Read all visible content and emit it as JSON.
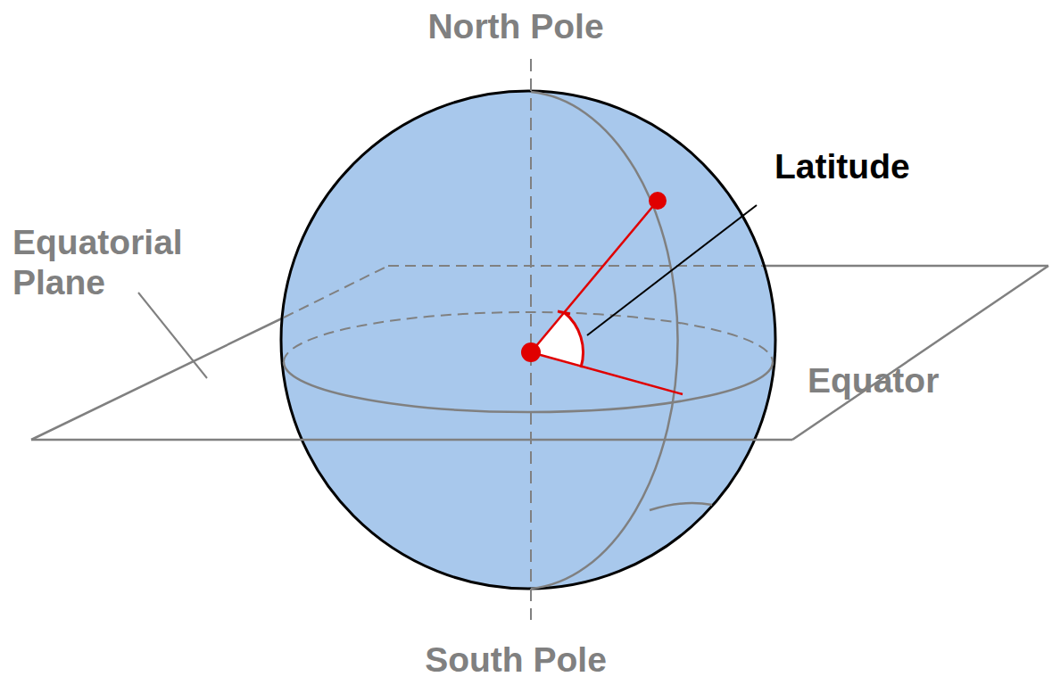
{
  "diagram": {
    "labels": [
      "North Pole",
      "Latitude",
      "Equatorial Plane",
      "Equator",
      "South Pole"
    ]
  }
}
